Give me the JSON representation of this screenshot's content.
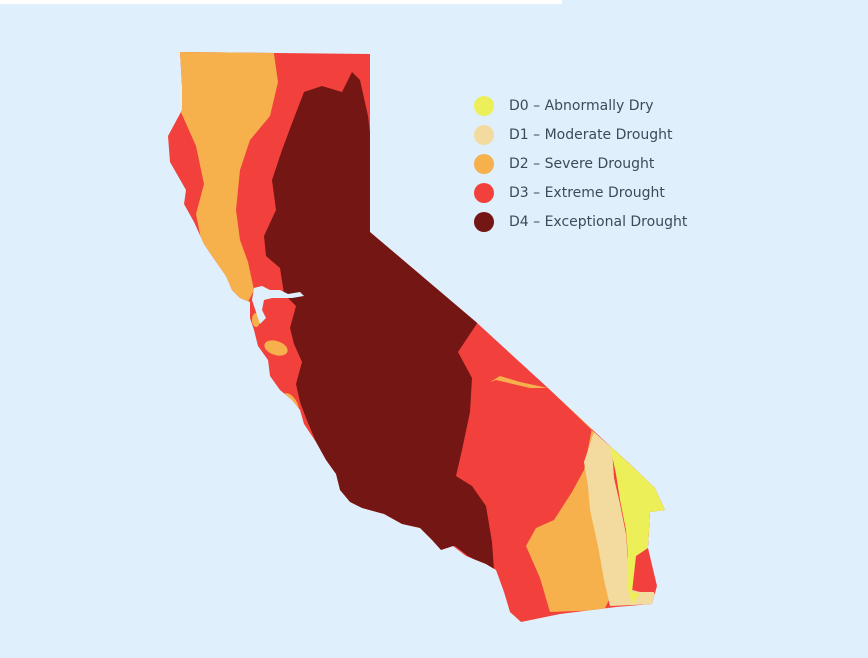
{
  "map": {
    "region": "California",
    "legend": [
      {
        "code": "D0",
        "label": "D0 – Abnormally Dry",
        "color": "#ecef57"
      },
      {
        "code": "D1",
        "label": "D1 – Moderate Drought",
        "color": "#f3dba0"
      },
      {
        "code": "D2",
        "label": "D2 – Severe Drought",
        "color": "#f6b04c"
      },
      {
        "code": "D3",
        "label": "D3 – Extreme Drought",
        "color": "#f2413c"
      },
      {
        "code": "D4",
        "label": "D4 – Exceptional Drought",
        "color": "#731614"
      }
    ],
    "colors": {
      "background": "#dff0fc",
      "water": "#dff0fc",
      "text": "#3d4a57"
    }
  }
}
